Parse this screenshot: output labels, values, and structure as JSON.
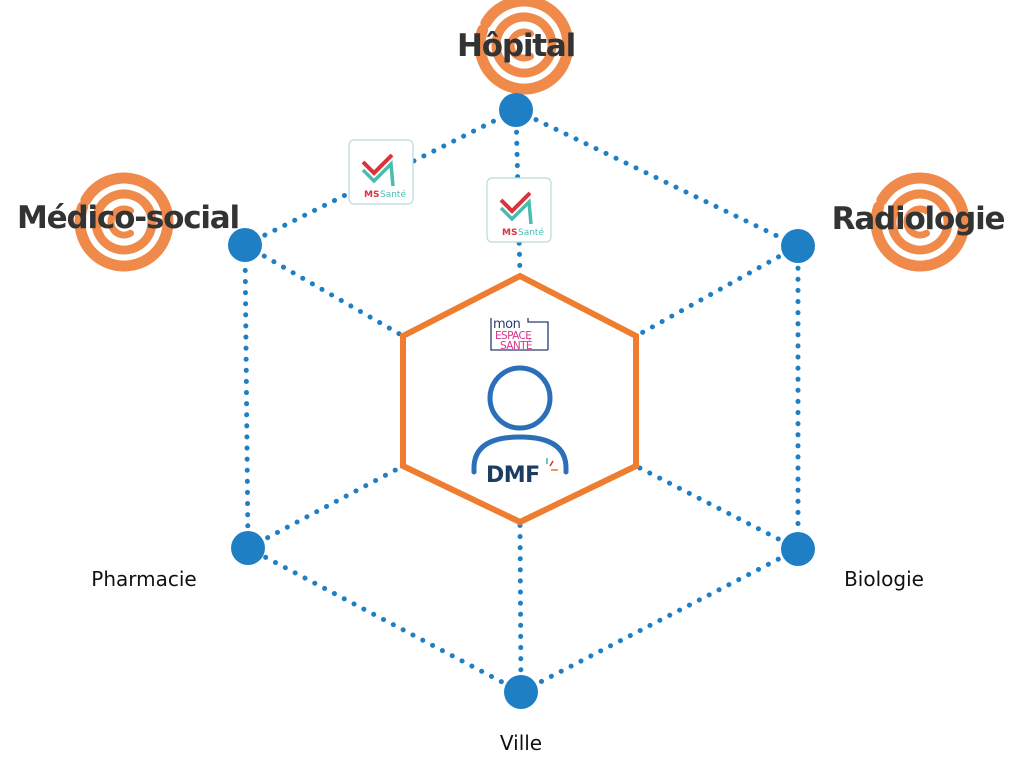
{
  "colors": {
    "node": "#1f7fc4",
    "hexagon": "#ef7d2f",
    "swirl": "#f08a4b",
    "major_text": "#333333",
    "minor_text": "#111111",
    "ms_red": "#d9343c",
    "ms_teal": "#4bbbb0",
    "mon_espace_navy": "#2d3a6e",
    "mon_espace_pink": "#d6358a",
    "dmf_blue": "#2a6fb8",
    "dmf_navy": "#1d3c64"
  },
  "nodes": [
    {
      "id": "hopital",
      "label": "Hôpital",
      "emphasis": "major",
      "swirl": true
    },
    {
      "id": "radiologie",
      "label": "Radiologie",
      "emphasis": "major",
      "swirl": true
    },
    {
      "id": "biologie",
      "label": "Biologie",
      "emphasis": "minor",
      "swirl": false
    },
    {
      "id": "ville",
      "label": "Ville",
      "emphasis": "minor",
      "swirl": false
    },
    {
      "id": "pharmacie",
      "label": "Pharmacie",
      "emphasis": "minor",
      "swirl": false
    },
    {
      "id": "medico-social",
      "label": "Médico-social",
      "emphasis": "major",
      "swirl": true
    }
  ],
  "center": {
    "mon_espace_sante": {
      "line1": "mon",
      "line2": "ESPACE",
      "line3": "SANTÉ"
    },
    "dmf_label": "DMF",
    "icon": "user-icon"
  },
  "badges": [
    {
      "id": "mssante-1",
      "label_ms": "MS",
      "label_sante": "Santé",
      "link": "hopital-medico-social"
    },
    {
      "id": "mssante-2",
      "label_ms": "MS",
      "label_sante": "Santé",
      "link": "hopital-center"
    }
  ]
}
